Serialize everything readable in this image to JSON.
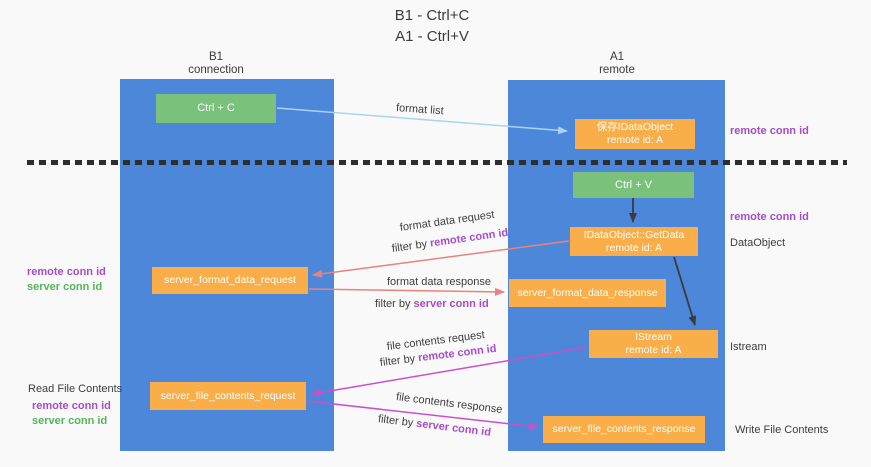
{
  "title": {
    "line1": "B1 - Ctrl+C",
    "line2": "A1 - Ctrl+V"
  },
  "lanes": {
    "left": {
      "title": "B1",
      "subtitle": "connection"
    },
    "right": {
      "title": "A1",
      "subtitle": "remote"
    }
  },
  "nodes": {
    "ctrl_c": {
      "label": "Ctrl + C"
    },
    "saved_dataobject": {
      "line1": "保存IDataObject",
      "line2": "remote id: A"
    },
    "ctrl_v": {
      "label": "Ctrl + V"
    },
    "getdata": {
      "line1": "IDataObject::GetData",
      "line2": "remote id: A"
    },
    "server_format_data_request": {
      "label": "server_format_data_request"
    },
    "server_format_data_response": {
      "label": "server_format_data_response"
    },
    "istream": {
      "line1": "IStream",
      "line2": "remote id: A"
    },
    "server_file_contents_request": {
      "label": "server_file_contents_request"
    },
    "server_file_contents_response": {
      "label": "server_file_contents_response"
    }
  },
  "edge_labels": {
    "format_list": "format list",
    "format_data_request": {
      "text": "format data request",
      "filter_prefix": "filter by",
      "filter_key": "remote conn id"
    },
    "format_data_response": {
      "text": "format data response",
      "filter_prefix": "filter by",
      "filter_key": "server conn id"
    },
    "file_contents_request": {
      "text": "file contents request",
      "filter_prefix": "filter by",
      "filter_key": "remote conn id"
    },
    "file_contents_response": {
      "text": "file contents response",
      "filter_prefix": "filter by",
      "filter_key": "server conn id"
    }
  },
  "side_labels": {
    "right_top_remote_conn_id": "remote conn id",
    "right_mid_remote_conn_id": "remote conn id",
    "dataobject": "DataObject",
    "istream": "Istream",
    "write_file_contents": "Write File Contents",
    "left_remote_conn_id": "remote conn id",
    "left_server_conn_id": "server conn id",
    "read_file_contents": "Read File Contents",
    "read_remote_conn_id": "remote conn id",
    "read_server_conn_id": "server conn id"
  },
  "colors": {
    "background": "#f9f9f9",
    "lane_fill": "#4d87d9",
    "green_node": "#7ac17c",
    "orange_node": "#f9ae49",
    "arrow_blue": "#a9d3f2",
    "arrow_red": "#e8837c",
    "arrow_magenta": "#cb4fcb",
    "arrow_black": "#3b3b3b",
    "text_purple": "#a64dc8",
    "text_green": "#56b45c",
    "text_dark": "#3d3d3d"
  }
}
